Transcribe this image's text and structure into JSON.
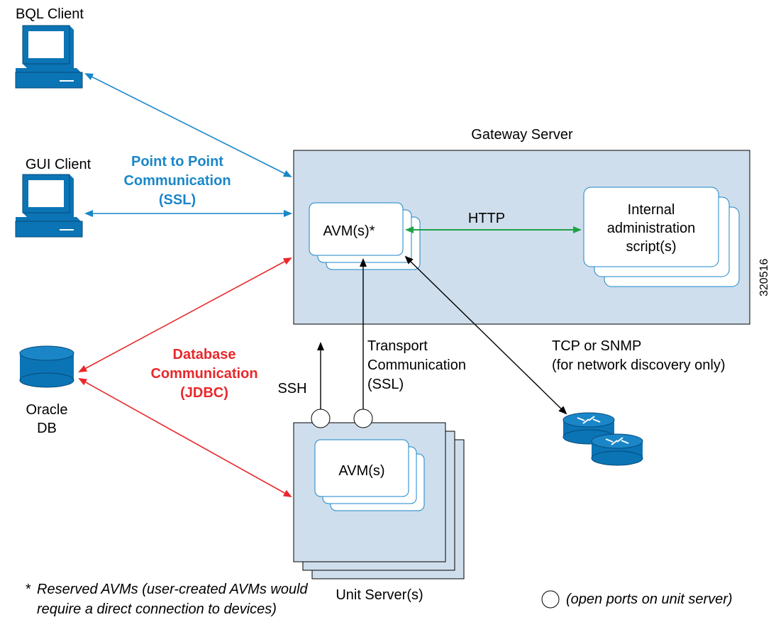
{
  "clients": {
    "bql": "BQL Client",
    "gui": "GUI Client"
  },
  "p2p": {
    "line1": "Point to Point",
    "line2": "Communication",
    "line3": "(SSL)"
  },
  "gateway": {
    "title": "Gateway Server",
    "avm_label": "AVM(s)*",
    "http_label": "HTTP",
    "script_line1": "Internal",
    "script_line2": "administration",
    "script_line3": "script(s)"
  },
  "figure_id": "320516",
  "database": {
    "line1": "Database",
    "line2": "Communication",
    "line3": "(JDBC)",
    "oracle_line1": "Oracle",
    "oracle_line2": "DB"
  },
  "transport": {
    "line1": "Transport",
    "line2": "Communication",
    "line3": "(SSL)",
    "ssh": "SSH"
  },
  "tcp": {
    "line1": "TCP or SNMP",
    "line2": "(for network discovery only)"
  },
  "unit_server": {
    "avm_label": "AVM(s)",
    "title": "Unit Server(s)"
  },
  "footnotes": {
    "star": "*",
    "reserved_line1": "Reserved AVMs (user-created AVMs would",
    "reserved_line2": "require a direct connection to devices)",
    "ports": "(open ports on unit server)"
  },
  "colors": {
    "box_fill": "#cfdeec",
    "blue": "#1a86c8",
    "red": "#e8282b",
    "green": "#1fa14a",
    "device_blue": "#0b74b5"
  }
}
